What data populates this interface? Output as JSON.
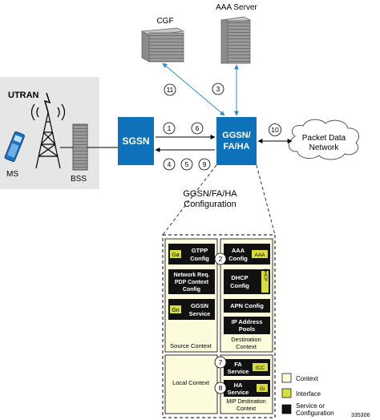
{
  "labels": {
    "utran": "UTRAN",
    "ms": "MS",
    "bss": "BSS",
    "sgsn": "SGSN",
    "ggsn_line1": "GGSN/",
    "ggsn_line2": "FA/HA",
    "cgf": "CGF",
    "aaa_server": "AAA Server",
    "pdn_line1": "Packet Data",
    "pdn_line2": "Network",
    "config_title_line1": "GGSN/FA/HA",
    "config_title_line2": "Configuration",
    "figure_id": "335306"
  },
  "flow_numbers": {
    "n1": "1",
    "n2": "2",
    "n3": "3",
    "n4": "4",
    "n5": "5",
    "n6": "6",
    "n7": "7",
    "n8": "8",
    "n9": "9",
    "n10": "10",
    "n11": "11"
  },
  "config": {
    "source_context": {
      "label": "Source Context",
      "gtpp": {
        "line1": "GTPP",
        "line2": "Config",
        "tag": "Ga"
      },
      "netreq": {
        "line1": "Network Req.",
        "line2": "PDP Context",
        "line3": "Config"
      },
      "ggsn_service": {
        "line1": "GGSN",
        "line2": "Service",
        "tag": "Gn"
      }
    },
    "destination_context": {
      "label_line1": "Destination",
      "label_line2": "Context",
      "aaa": {
        "line1": "AAA",
        "line2": "Config",
        "tag": "AAA"
      },
      "dhcp": {
        "line1": "DHCP",
        "line2": "Config",
        "tag": "DHCP"
      },
      "apn": {
        "line1": "APN Config"
      },
      "ip_pools": {
        "line1": "IP Address",
        "line2": "Pools"
      }
    },
    "local_context": {
      "label": "Local Context"
    },
    "mip_destination_context": {
      "label_line1": "MIP Destination",
      "label_line2": "Context",
      "fa_service": {
        "line1": "FA",
        "line2": "Service",
        "tag": "ICC"
      },
      "ha_service": {
        "line1": "HA",
        "line2": "Service",
        "tag": "Gi"
      }
    }
  },
  "legend": {
    "context": "Context",
    "interface": "Interface",
    "service_line1": "Service or",
    "service_line2": "Configuration"
  },
  "colors": {
    "node_blue": "#0d72b9",
    "context_fill": "#fcfbdc",
    "interface_fill": "#d8df3c",
    "service_fill": "#111111",
    "utran_bg": "#e6e6e6"
  }
}
